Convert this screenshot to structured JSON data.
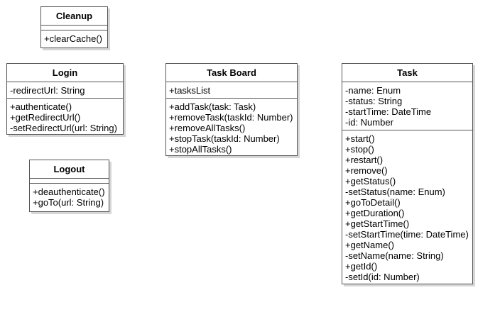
{
  "classes": {
    "cleanup": {
      "name": "Cleanup",
      "methods": [
        "+clearCache()"
      ]
    },
    "login": {
      "name": "Login",
      "attributes": [
        "-redirectUrl: String"
      ],
      "methods": [
        "+authenticate()",
        "+getRedirectUrl()",
        "-setRedirectUrl(url: String)"
      ]
    },
    "logout": {
      "name": "Logout",
      "methods": [
        "+deauthenticate()",
        "+goTo(url: String)"
      ]
    },
    "task_board": {
      "name": "Task Board",
      "attributes": [
        "+tasksList"
      ],
      "methods": [
        "+addTask(task: Task)",
        "+removeTask(taskId: Number)",
        "+removeAllTasks()",
        "+stopTask(taskId: Number)",
        "+stopAllTasks()"
      ]
    },
    "task": {
      "name": "Task",
      "attributes": [
        "-name: Enum",
        "-status: String",
        "-startTime: DateTime",
        "-id: Number"
      ],
      "methods": [
        "+start()",
        "+stop()",
        "+restart()",
        "+remove()",
        "+getStatus()",
        "-setStatus(name: Enum)",
        "+goToDetail()",
        "+getDuration()",
        "+getStartTime()",
        "-setStartTime(time: DateTime)",
        "+getName()",
        "-setName(name: String)",
        "+getId()",
        "-setId(id: Number)"
      ]
    }
  }
}
